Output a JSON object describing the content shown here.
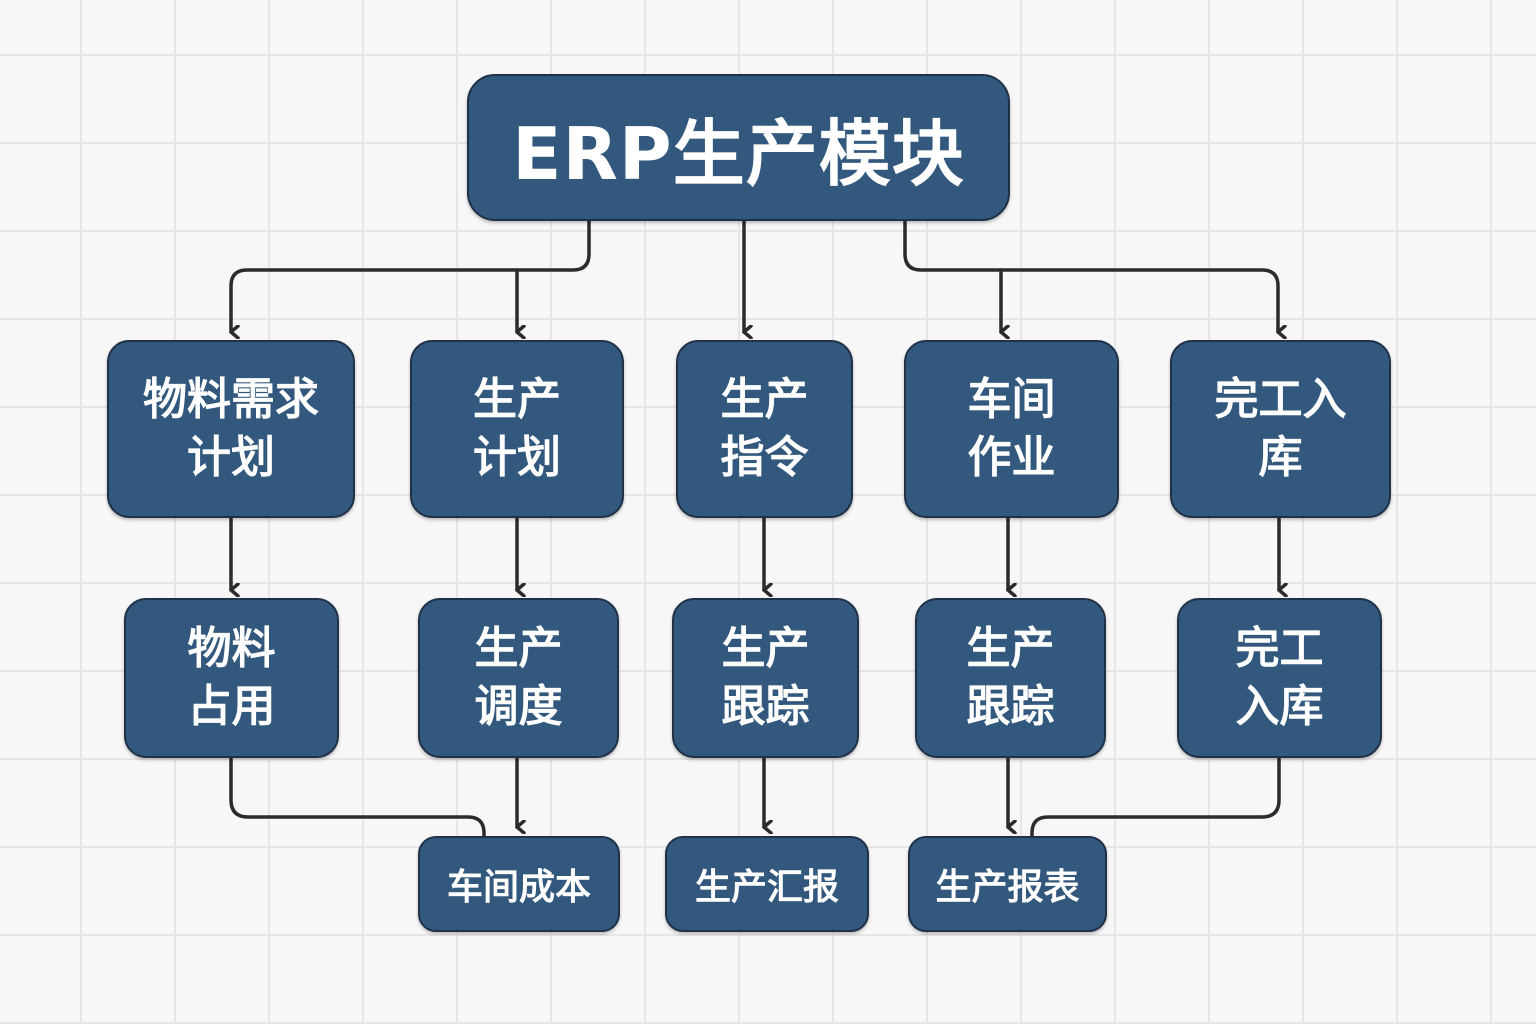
{
  "diagram": {
    "title": "ERP生产模块",
    "level1": [
      {
        "id": "mrp",
        "label": "物料需求\n计划"
      },
      {
        "id": "plan",
        "label": "生产\n计划"
      },
      {
        "id": "order",
        "label": "生产\n指令"
      },
      {
        "id": "shop",
        "label": "车间\n作业"
      },
      {
        "id": "finish",
        "label": "完工入\n库"
      }
    ],
    "level2": [
      {
        "id": "material-occupy",
        "label": "物料\n占用",
        "parent": "mrp"
      },
      {
        "id": "dispatch",
        "label": "生产\n调度",
        "parent": "plan"
      },
      {
        "id": "track1",
        "label": "生产\n跟踪",
        "parent": "order"
      },
      {
        "id": "track2",
        "label": "生产\n跟踪",
        "parent": "shop"
      },
      {
        "id": "finish-stock",
        "label": "完工\n入库",
        "parent": "finish"
      }
    ],
    "level3": [
      {
        "id": "shop-cost",
        "label": "车间成本",
        "sources": [
          "material-occupy",
          "dispatch"
        ]
      },
      {
        "id": "prod-report",
        "label": "生产汇报",
        "sources": [
          "track1"
        ]
      },
      {
        "id": "prod-statement",
        "label": "生产报表",
        "sources": [
          "track2",
          "finish-stock"
        ]
      }
    ]
  },
  "colors": {
    "node_fill": "#33587e",
    "node_border": "#1f3247",
    "node_text": "#ffffff",
    "connector": "#2b2b2b",
    "background": "#f7f7f7",
    "grid": "#e6e6e6"
  }
}
